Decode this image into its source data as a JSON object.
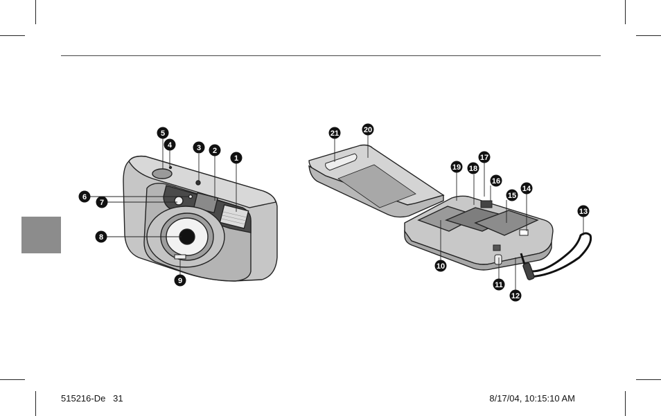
{
  "footer": {
    "left": "515216-De   31",
    "right": "8/17/04, 10:15:10 AM"
  },
  "callouts": [
    "1",
    "2",
    "3",
    "4",
    "5",
    "6",
    "7",
    "8",
    "9",
    "10",
    "11",
    "12",
    "13",
    "14",
    "15",
    "16",
    "17",
    "18",
    "19",
    "20",
    "21"
  ],
  "colors": {
    "side_tab": "#8c8c8c",
    "body_fill": "#bdbdbd",
    "callout_fill": "#111111"
  }
}
